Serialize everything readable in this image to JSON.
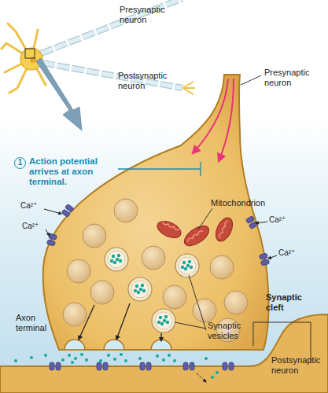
{
  "diagram": {
    "labels": [
      "Presynaptic neuron",
      "Postsynaptic neuron",
      "Presynaptic neuron",
      "1",
      "Action potential arrives at axon terminal.",
      "Mitochondrion",
      "Ca²⁺",
      "Ca²⁺",
      "Ca²⁺",
      "Ca²⁺",
      "Synaptic cleft",
      "Axon terminal",
      "Synaptic vesicles",
      "Postsynaptic neuron"
    ]
  }
}
